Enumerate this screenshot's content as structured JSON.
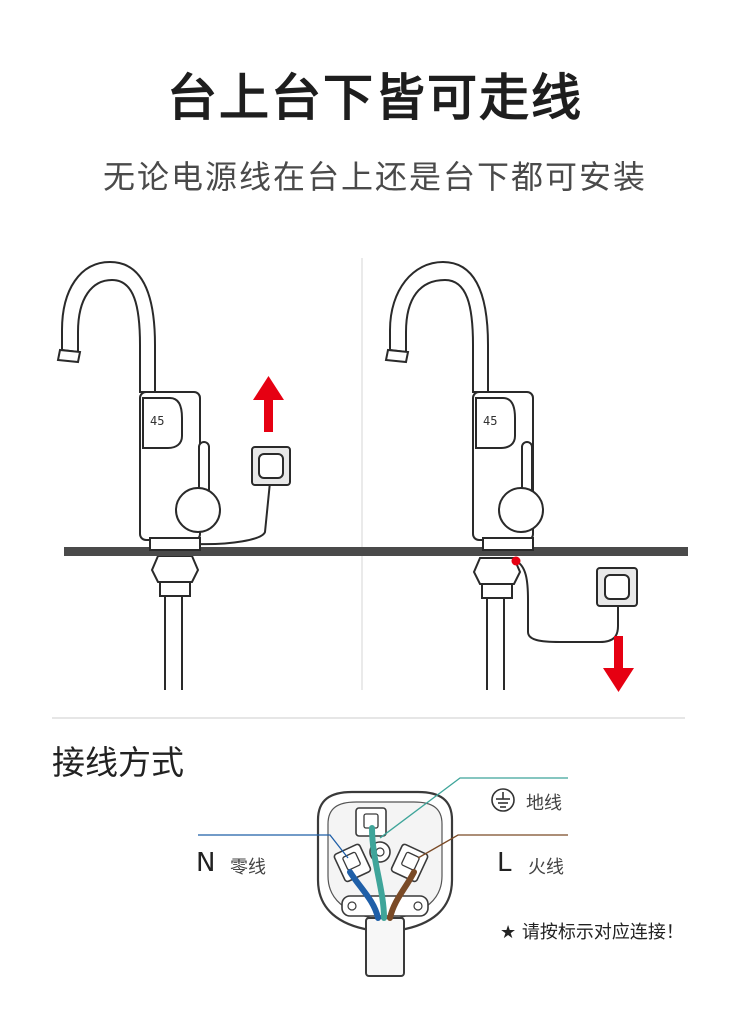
{
  "header": {
    "title": "台上台下皆可走线",
    "subtitle": "无论电源线在台上还是台下都可安装"
  },
  "faucet_display": {
    "left_reading": "45",
    "right_reading": "45"
  },
  "wiring": {
    "section_title": "接线方式",
    "neutral": {
      "letter": "N",
      "label": "零线",
      "color": "#1f5fa8"
    },
    "live": {
      "letter": "L",
      "label": "火线",
      "color": "#7a4a26"
    },
    "earth": {
      "label": "地线",
      "color": "#3fa59a"
    },
    "note": "★ 请按标示对应连接！"
  },
  "colors": {
    "arrow": "#e60012",
    "countertop": "#4a4a4a",
    "accent_dot": "#e60012"
  },
  "icons": [
    "up-arrow-icon",
    "down-arrow-icon",
    "earth-symbol-icon",
    "star-icon"
  ]
}
